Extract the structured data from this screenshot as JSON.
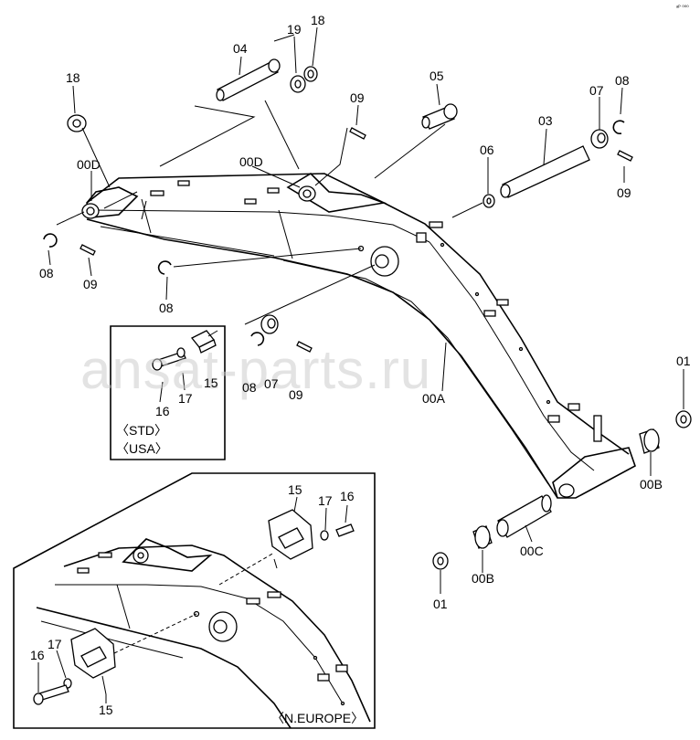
{
  "diagram": {
    "labels": {
      "p04": "04",
      "p19": "19",
      "p18a": "18",
      "p18b": "18",
      "p05": "05",
      "p09a": "09",
      "p03": "03",
      "p07a": "07",
      "p08a": "08",
      "p09b": "09",
      "p06": "06",
      "p00D_l": "00D",
      "p00D_r": "00D",
      "p08b": "08",
      "p09c": "09",
      "p08c": "08",
      "p15a": "15",
      "p17a": "17",
      "p16a": "16",
      "p08d": "08",
      "p07b": "07",
      "p09d": "09",
      "p00A": "00A",
      "p01a": "01",
      "p00Ba": "00B",
      "p15b": "15",
      "p17b": "17",
      "p16b": "16",
      "p01b": "01",
      "p00Bb": "00B",
      "p00C": "00C",
      "p16c": "16",
      "p17c": "17",
      "p15c": "15"
    },
    "variants": {
      "std": "〈STD〉",
      "usa": "〈USA〉",
      "neurope": "〈N.EUROPE〉"
    },
    "watermark": "ansat-parts.ru",
    "corner_mark": "ᵃᴾ ⁰⁰⁰"
  }
}
